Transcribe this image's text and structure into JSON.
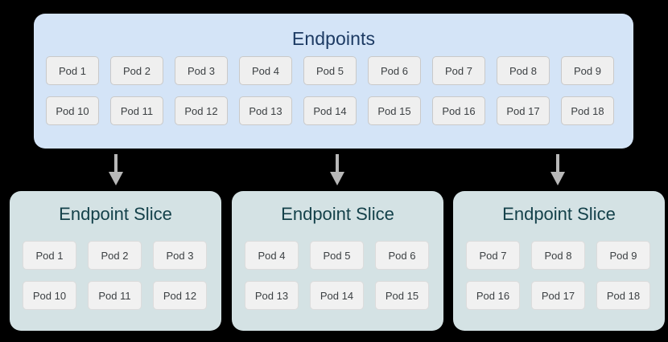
{
  "diagram": {
    "title": "Endpoints to Endpoint Slices",
    "colors": {
      "background": "#000000",
      "endpoints_panel_bg": "#d4e4f7",
      "endpoints_title": "#1c3a63",
      "slice_panel_bg": "#d4e2e4",
      "slice_title": "#14414a",
      "pod_chip_bg": "#efefef",
      "pod_chip_border": "#c9c9c9",
      "pod_chip_text": "#3c4043",
      "arrow": "#b8b8b8"
    }
  },
  "endpoints": {
    "title": "Endpoints",
    "rows": [
      [
        "Pod 1",
        "Pod 2",
        "Pod 3",
        "Pod 4",
        "Pod 5",
        "Pod 6",
        "Pod 7",
        "Pod 8",
        "Pod 9"
      ],
      [
        "Pod 10",
        "Pod 11",
        "Pod 12",
        "Pod 13",
        "Pod 14",
        "Pod 15",
        "Pod 16",
        "Pod 17",
        "Pod 18"
      ]
    ]
  },
  "arrows": [
    {
      "name": "arrow-to-slice-1"
    },
    {
      "name": "arrow-to-slice-2"
    },
    {
      "name": "arrow-to-slice-3"
    }
  ],
  "slices": [
    {
      "title": "Endpoint Slice",
      "rows": [
        [
          "Pod 1",
          "Pod 2",
          "Pod 3"
        ],
        [
          "Pod 10",
          "Pod 11",
          "Pod 12"
        ]
      ]
    },
    {
      "title": "Endpoint Slice",
      "rows": [
        [
          "Pod 4",
          "Pod 5",
          "Pod 6"
        ],
        [
          "Pod 13",
          "Pod 14",
          "Pod 15"
        ]
      ]
    },
    {
      "title": "Endpoint Slice",
      "rows": [
        [
          "Pod 7",
          "Pod 8",
          "Pod 9"
        ],
        [
          "Pod 16",
          "Pod 17",
          "Pod 18"
        ]
      ]
    }
  ]
}
